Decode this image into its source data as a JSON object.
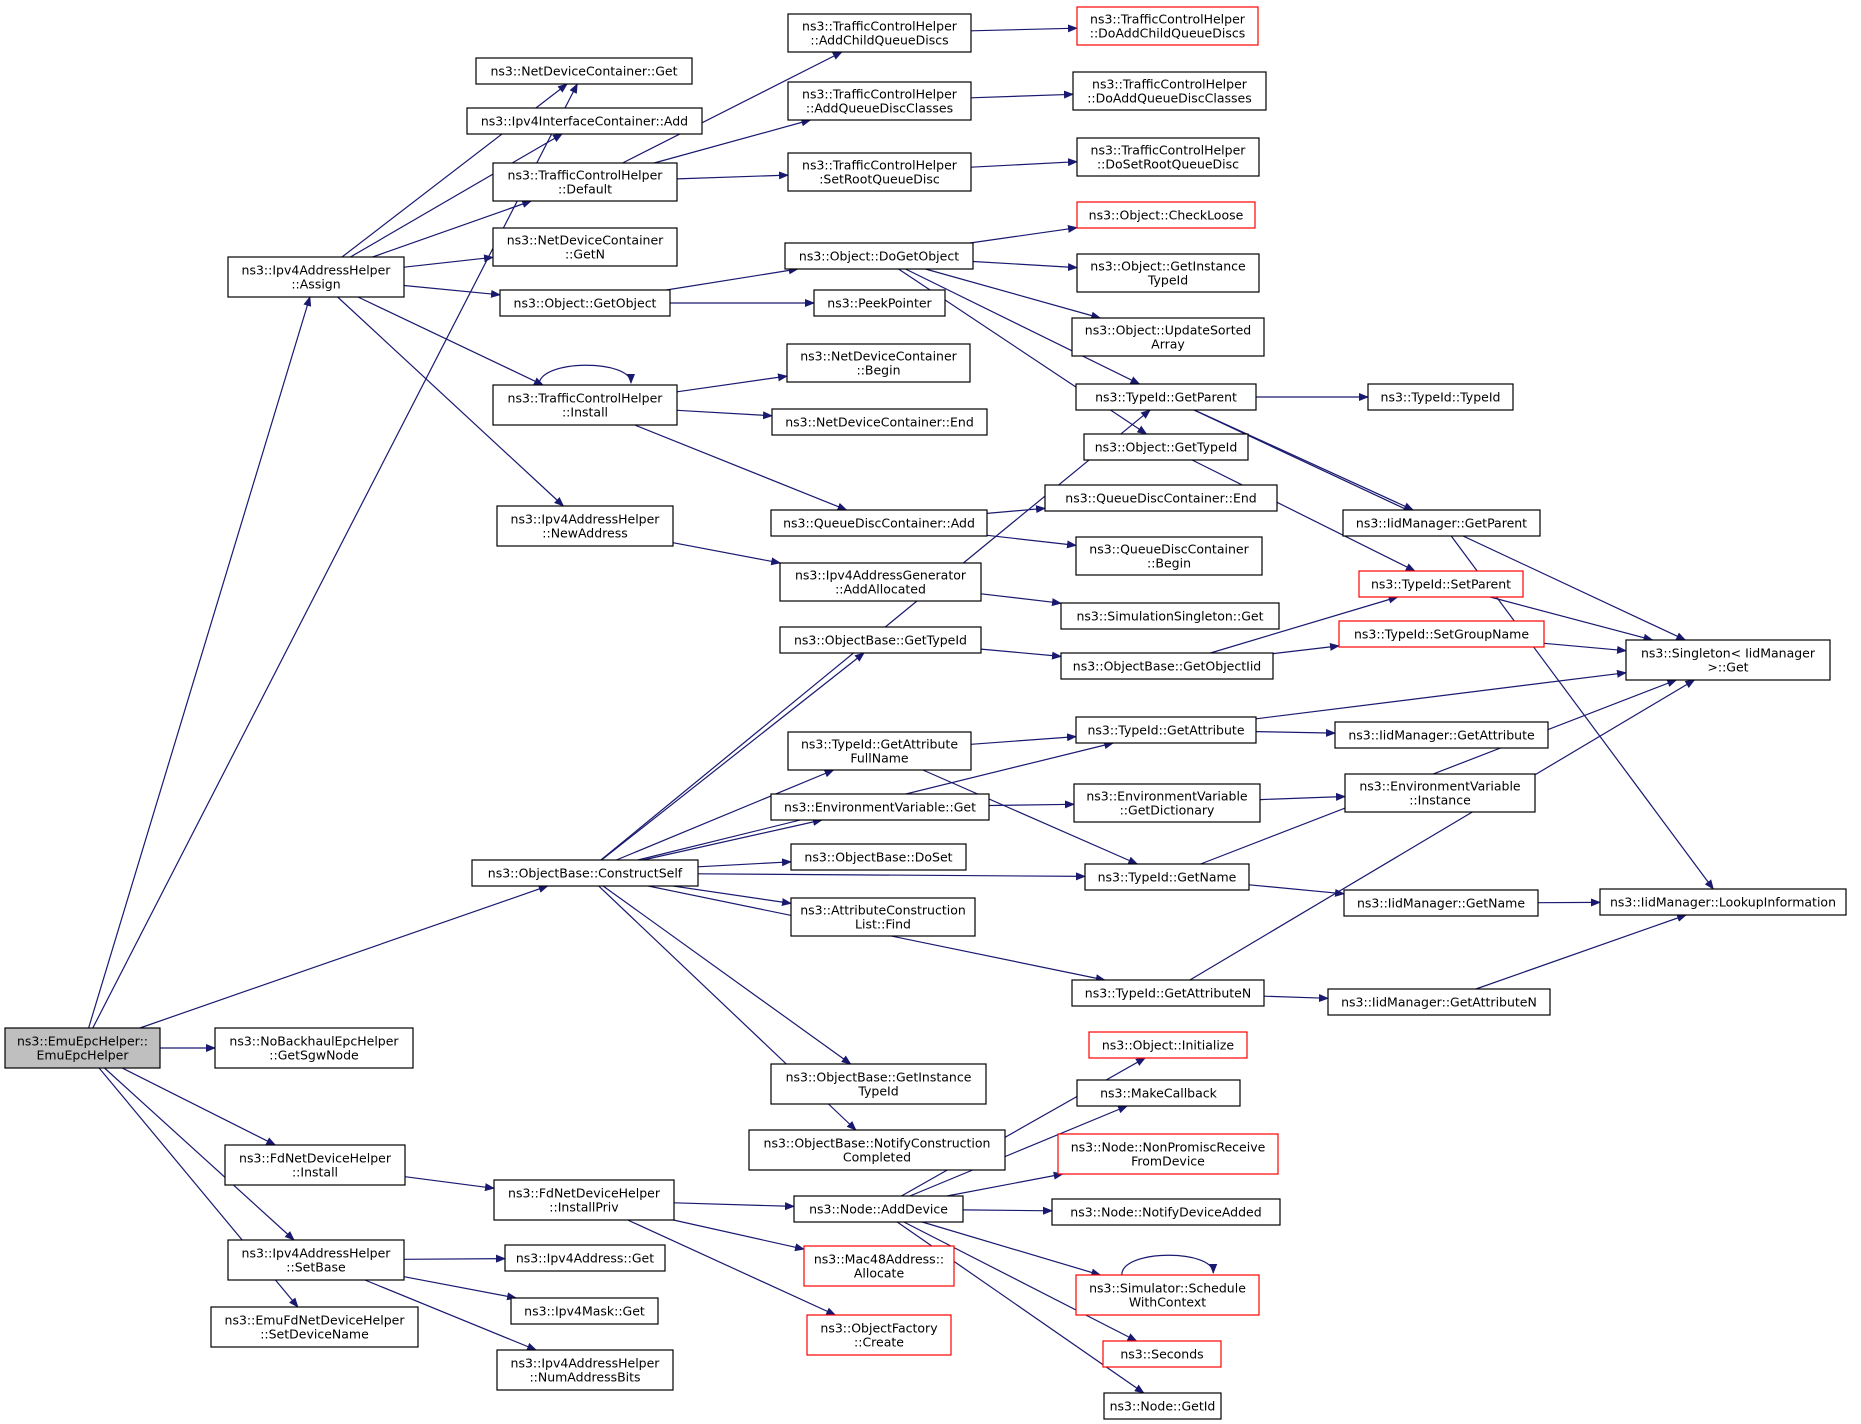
{
  "colors": {
    "edge": "#191970",
    "node_border": "#000000",
    "node_fill": "#ffffff",
    "truncated_border": "#ff0000",
    "root_fill": "#bfbfbf"
  },
  "nodes": {
    "n_root": {
      "lines": [
        "ns3::EmuEpcHelper::",
        "EmuEpcHelper"
      ],
      "style": "root"
    },
    "n_ndc_get": {
      "lines": [
        "ns3::NetDeviceContainer::Get"
      ],
      "style": "normal"
    },
    "n_ipv4ic_add": {
      "lines": [
        "ns3::Ipv4InterfaceContainer::Add"
      ],
      "style": "normal"
    },
    "n_tch_default": {
      "lines": [
        "ns3::TrafficControlHelper",
        "::Default"
      ],
      "style": "normal"
    },
    "n_ndc_getn": {
      "lines": [
        "ns3::NetDeviceContainer",
        "::GetN"
      ],
      "style": "normal"
    },
    "n_ipv4ah_assign": {
      "lines": [
        "ns3::Ipv4AddressHelper",
        "::Assign"
      ],
      "style": "normal"
    },
    "n_obj_getobject": {
      "lines": [
        "ns3::Object::GetObject"
      ],
      "style": "normal"
    },
    "n_tch_install": {
      "lines": [
        "ns3::TrafficControlHelper",
        "::Install"
      ],
      "style": "normal"
    },
    "n_ipv4ah_newaddr": {
      "lines": [
        "ns3::Ipv4AddressHelper",
        "::NewAddress"
      ],
      "style": "normal"
    },
    "n_tch_addchild": {
      "lines": [
        "ns3::TrafficControlHelper",
        "::AddChildQueueDiscs"
      ],
      "style": "normal"
    },
    "n_tch_addclasses": {
      "lines": [
        "ns3::TrafficControlHelper",
        "::AddQueueDiscClasses"
      ],
      "style": "normal"
    },
    "n_tch_setroot": {
      "lines": [
        "ns3::TrafficControlHelper",
        ":SetRootQueueDisc"
      ],
      "style": "normal"
    },
    "n_tch_doaddchild": {
      "lines": [
        "ns3::TrafficControlHelper",
        "::DoAddChildQueueDiscs"
      ],
      "style": "truncated"
    },
    "n_tch_doaddclasses": {
      "lines": [
        "ns3::TrafficControlHelper",
        "::DoAddQueueDiscClasses"
      ],
      "style": "normal"
    },
    "n_tch_dosetroot": {
      "lines": [
        "ns3::TrafficControlHelper",
        "::DoSetRootQueueDisc"
      ],
      "style": "normal"
    },
    "n_obj_dogetobject": {
      "lines": [
        "ns3::Object::DoGetObject"
      ],
      "style": "normal"
    },
    "n_obj_checkloose": {
      "lines": [
        "ns3::Object::CheckLoose"
      ],
      "style": "truncated"
    },
    "n_obj_getinstance": {
      "lines": [
        "ns3::Object::GetInstance",
        "TypeId"
      ],
      "style": "normal"
    },
    "n_obj_updatesorted": {
      "lines": [
        "ns3::Object::UpdateSorted",
        "Array"
      ],
      "style": "normal"
    },
    "n_peekpointer": {
      "lines": [
        "ns3::PeekPointer"
      ],
      "style": "normal"
    },
    "n_ndc_begin": {
      "lines": [
        "ns3::NetDeviceContainer",
        "::Begin"
      ],
      "style": "normal"
    },
    "n_ndc_end": {
      "lines": [
        "ns3::NetDeviceContainer::End"
      ],
      "style": "normal"
    },
    "n_typeid_getparent": {
      "lines": [
        "ns3::TypeId::GetParent"
      ],
      "style": "normal"
    },
    "n_typeid_typeid": {
      "lines": [
        "ns3::TypeId::TypeId"
      ],
      "style": "normal"
    },
    "n_obj_gettypeid": {
      "lines": [
        "ns3::Object::GetTypeId"
      ],
      "style": "normal"
    },
    "n_qdc_add": {
      "lines": [
        "ns3::QueueDiscContainer::Add"
      ],
      "style": "normal"
    },
    "n_qdc_end": {
      "lines": [
        "ns3::QueueDiscContainer::End"
      ],
      "style": "normal"
    },
    "n_qdc_begin": {
      "lines": [
        "ns3::QueueDiscContainer",
        "::Begin"
      ],
      "style": "normal"
    },
    "n_iid_getparent": {
      "lines": [
        "ns3::IidManager::GetParent"
      ],
      "style": "normal"
    },
    "n_ipv4ag_addalloc": {
      "lines": [
        "ns3::Ipv4AddressGenerator",
        "::AddAllocated"
      ],
      "style": "normal"
    },
    "n_simsingleton_get": {
      "lines": [
        "ns3::SimulationSingleton::Get"
      ],
      "style": "normal"
    },
    "n_typeid_setparent": {
      "lines": [
        "ns3::TypeId::SetParent"
      ],
      "style": "truncated"
    },
    "n_ob_gettypeid": {
      "lines": [
        "ns3::ObjectBase::GetTypeId"
      ],
      "style": "normal"
    },
    "n_ob_getobjectiid": {
      "lines": [
        "ns3::ObjectBase::GetObjectIid"
      ],
      "style": "normal"
    },
    "n_typeid_setgroup": {
      "lines": [
        "ns3::TypeId::SetGroupName"
      ],
      "style": "truncated"
    },
    "n_singleton_get": {
      "lines": [
        "ns3::Singleton< IidManager",
        " >::Get"
      ],
      "style": "normal"
    },
    "n_typeid_getattrfull": {
      "lines": [
        "ns3::TypeId::GetAttribute",
        "FullName"
      ],
      "style": "normal"
    },
    "n_typeid_getattr": {
      "lines": [
        "ns3::TypeId::GetAttribute"
      ],
      "style": "normal"
    },
    "n_iid_getattr": {
      "lines": [
        "ns3::IidManager::GetAttribute"
      ],
      "style": "normal"
    },
    "n_envvar_get": {
      "lines": [
        "ns3::EnvironmentVariable::Get"
      ],
      "style": "normal"
    },
    "n_envvar_getdict": {
      "lines": [
        "ns3::EnvironmentVariable",
        "::GetDictionary"
      ],
      "style": "normal"
    },
    "n_envvar_instance": {
      "lines": [
        "ns3::EnvironmentVariable",
        "::Instance"
      ],
      "style": "normal"
    },
    "n_ob_doset": {
      "lines": [
        "ns3::ObjectBase::DoSet"
      ],
      "style": "normal"
    },
    "n_ob_constructself": {
      "lines": [
        "ns3::ObjectBase::ConstructSelf"
      ],
      "style": "normal"
    },
    "n_typeid_getname": {
      "lines": [
        "ns3::TypeId::GetName"
      ],
      "style": "normal"
    },
    "n_acl_find": {
      "lines": [
        "ns3::AttributeConstruction",
        "List::Find"
      ],
      "style": "normal"
    },
    "n_iid_getname": {
      "lines": [
        "ns3::IidManager::GetName"
      ],
      "style": "normal"
    },
    "n_iid_lookup": {
      "lines": [
        "ns3::IidManager::LookupInformation"
      ],
      "style": "normal"
    },
    "n_typeid_getattrn": {
      "lines": [
        "ns3::TypeId::GetAttributeN"
      ],
      "style": "normal"
    },
    "n_iid_getattrn": {
      "lines": [
        "ns3::IidManager::GetAttributeN"
      ],
      "style": "normal"
    },
    "n_nobackhaul_getsgw": {
      "lines": [
        "ns3::NoBackhaulEpcHelper",
        "::GetSgwNode"
      ],
      "style": "normal"
    },
    "n_obj_initialize": {
      "lines": [
        "ns3::Object::Initialize"
      ],
      "style": "truncated"
    },
    "n_ob_getinstance": {
      "lines": [
        "ns3::ObjectBase::GetInstance",
        "TypeId"
      ],
      "style": "normal"
    },
    "n_makecallback": {
      "lines": [
        "ns3::MakeCallback"
      ],
      "style": "normal"
    },
    "n_ob_notify": {
      "lines": [
        "ns3::ObjectBase::NotifyConstruction",
        "Completed"
      ],
      "style": "normal"
    },
    "n_node_nonpromisc": {
      "lines": [
        "ns3::Node::NonPromiscReceive",
        "FromDevice"
      ],
      "style": "truncated"
    },
    "n_fdndh_install": {
      "lines": [
        "ns3::FdNetDeviceHelper",
        "::Install"
      ],
      "style": "normal"
    },
    "n_fdndh_installpriv": {
      "lines": [
        "ns3::FdNetDeviceHelper",
        "::InstallPriv"
      ],
      "style": "normal"
    },
    "n_node_adddevice": {
      "lines": [
        "ns3::Node::AddDevice"
      ],
      "style": "normal"
    },
    "n_node_notifydevadded": {
      "lines": [
        "ns3::Node::NotifyDeviceAdded"
      ],
      "style": "normal"
    },
    "n_mac48_allocate": {
      "lines": [
        "ns3::Mac48Address::",
        "Allocate"
      ],
      "style": "truncated"
    },
    "n_ipv4ah_setbase": {
      "lines": [
        "ns3::Ipv4AddressHelper",
        "::SetBase"
      ],
      "style": "normal"
    },
    "n_ipv4addr_get": {
      "lines": [
        "ns3::Ipv4Address::Get"
      ],
      "style": "normal"
    },
    "n_sim_schedule": {
      "lines": [
        "ns3::Simulator::Schedule",
        "WithContext"
      ],
      "style": "truncated"
    },
    "n_ipv4mask_get": {
      "lines": [
        "ns3::Ipv4Mask::Get"
      ],
      "style": "normal"
    },
    "n_emufd_setdevname": {
      "lines": [
        "ns3::EmuFdNetDeviceHelper",
        "::SetDeviceName"
      ],
      "style": "normal"
    },
    "n_objfactory_create": {
      "lines": [
        "ns3::ObjectFactory",
        "::Create"
      ],
      "style": "truncated"
    },
    "n_seconds": {
      "lines": [
        "ns3::Seconds"
      ],
      "style": "truncated"
    },
    "n_ipv4ah_numaddrbits": {
      "lines": [
        "ns3::Ipv4AddressHelper",
        "::NumAddressBits"
      ],
      "style": "normal"
    },
    "n_node_getid": {
      "lines": [
        "ns3::Node::GetId"
      ],
      "style": "normal"
    }
  },
  "edges": [
    [
      "n_root",
      "n_ndc_get"
    ],
    [
      "n_root",
      "n_ipv4ah_assign"
    ],
    [
      "n_root",
      "n_ob_constructself"
    ],
    [
      "n_root",
      "n_nobackhaul_getsgw"
    ],
    [
      "n_root",
      "n_fdndh_install"
    ],
    [
      "n_root",
      "n_ipv4ah_setbase"
    ],
    [
      "n_root",
      "n_emufd_setdevname"
    ],
    [
      "n_ipv4ah_assign",
      "n_ndc_get"
    ],
    [
      "n_ipv4ah_assign",
      "n_ipv4ic_add"
    ],
    [
      "n_ipv4ah_assign",
      "n_tch_default"
    ],
    [
      "n_ipv4ah_assign",
      "n_ndc_getn"
    ],
    [
      "n_ipv4ah_assign",
      "n_obj_getobject"
    ],
    [
      "n_ipv4ah_assign",
      "n_tch_install"
    ],
    [
      "n_ipv4ah_assign",
      "n_ipv4ah_newaddr"
    ],
    [
      "n_tch_default",
      "n_tch_addchild"
    ],
    [
      "n_tch_default",
      "n_tch_addclasses"
    ],
    [
      "n_tch_default",
      "n_tch_setroot"
    ],
    [
      "n_tch_addchild",
      "n_tch_doaddchild"
    ],
    [
      "n_tch_addclasses",
      "n_tch_doaddclasses"
    ],
    [
      "n_tch_setroot",
      "n_tch_dosetroot"
    ],
    [
      "n_obj_getobject",
      "n_obj_dogetobject"
    ],
    [
      "n_obj_getobject",
      "n_peekpointer"
    ],
    [
      "n_obj_dogetobject",
      "n_obj_checkloose"
    ],
    [
      "n_obj_dogetobject",
      "n_obj_getinstance"
    ],
    [
      "n_obj_dogetobject",
      "n_obj_updatesorted"
    ],
    [
      "n_obj_dogetobject",
      "n_typeid_getparent"
    ],
    [
      "n_obj_dogetobject",
      "n_obj_gettypeid"
    ],
    [
      "n_tch_install",
      "n_tch_install"
    ],
    [
      "n_tch_install",
      "n_ndc_begin"
    ],
    [
      "n_tch_install",
      "n_ndc_end"
    ],
    [
      "n_tch_install",
      "n_qdc_add"
    ],
    [
      "n_typeid_getparent",
      "n_typeid_typeid"
    ],
    [
      "n_typeid_getparent",
      "n_iid_getparent"
    ],
    [
      "n_typeid_getparent",
      "n_singleton_get"
    ],
    [
      "n_obj_gettypeid",
      "n_typeid_setparent"
    ],
    [
      "n_iid_getparent",
      "n_iid_lookup"
    ],
    [
      "n_qdc_add",
      "n_qdc_end"
    ],
    [
      "n_qdc_add",
      "n_qdc_begin"
    ],
    [
      "n_ipv4ah_newaddr",
      "n_ipv4ag_addalloc"
    ],
    [
      "n_ipv4ag_addalloc",
      "n_simsingleton_get"
    ],
    [
      "n_typeid_setparent",
      "n_singleton_get"
    ],
    [
      "n_ob_gettypeid",
      "n_ob_getobjectiid"
    ],
    [
      "n_ob_getobjectiid",
      "n_typeid_setparent"
    ],
    [
      "n_ob_getobjectiid",
      "n_typeid_setgroup"
    ],
    [
      "n_typeid_setgroup",
      "n_singleton_get"
    ],
    [
      "n_typeid_getattrfull",
      "n_typeid_getattr"
    ],
    [
      "n_typeid_getattrfull",
      "n_typeid_getname"
    ],
    [
      "n_typeid_getattr",
      "n_singleton_get"
    ],
    [
      "n_typeid_getattr",
      "n_iid_getattr"
    ],
    [
      "n_envvar_get",
      "n_envvar_getdict"
    ],
    [
      "n_envvar_getdict",
      "n_envvar_instance"
    ],
    [
      "n_ob_constructself",
      "n_typeid_getparent"
    ],
    [
      "n_ob_constructself",
      "n_ob_gettypeid"
    ],
    [
      "n_ob_constructself",
      "n_typeid_getattr"
    ],
    [
      "n_ob_constructself",
      "n_typeid_getattrfull"
    ],
    [
      "n_ob_constructself",
      "n_envvar_get"
    ],
    [
      "n_ob_constructself",
      "n_ob_doset"
    ],
    [
      "n_ob_constructself",
      "n_acl_find"
    ],
    [
      "n_ob_constructself",
      "n_typeid_getname"
    ],
    [
      "n_ob_constructself",
      "n_typeid_getattrn"
    ],
    [
      "n_ob_constructself",
      "n_ob_getinstance"
    ],
    [
      "n_ob_constructself",
      "n_ob_notify"
    ],
    [
      "n_typeid_getname",
      "n_singleton_get"
    ],
    [
      "n_typeid_getname",
      "n_iid_getname"
    ],
    [
      "n_iid_getname",
      "n_iid_lookup"
    ],
    [
      "n_typeid_getattrn",
      "n_singleton_get"
    ],
    [
      "n_typeid_getattrn",
      "n_iid_getattrn"
    ],
    [
      "n_iid_getattrn",
      "n_iid_lookup"
    ],
    [
      "n_fdndh_install",
      "n_fdndh_installpriv"
    ],
    [
      "n_fdndh_installpriv",
      "n_node_adddevice"
    ],
    [
      "n_fdndh_installpriv",
      "n_mac48_allocate"
    ],
    [
      "n_fdndh_installpriv",
      "n_objfactory_create"
    ],
    [
      "n_node_adddevice",
      "n_obj_initialize"
    ],
    [
      "n_node_adddevice",
      "n_makecallback"
    ],
    [
      "n_node_adddevice",
      "n_node_nonpromisc"
    ],
    [
      "n_node_adddevice",
      "n_node_notifydevadded"
    ],
    [
      "n_node_adddevice",
      "n_sim_schedule"
    ],
    [
      "n_node_adddevice",
      "n_seconds"
    ],
    [
      "n_node_adddevice",
      "n_node_getid"
    ],
    [
      "n_sim_schedule",
      "n_sim_schedule"
    ],
    [
      "n_ipv4ah_setbase",
      "n_ipv4addr_get"
    ],
    [
      "n_ipv4ah_setbase",
      "n_ipv4mask_get"
    ],
    [
      "n_ipv4ah_setbase",
      "n_ipv4ah_numaddrbits"
    ]
  ]
}
